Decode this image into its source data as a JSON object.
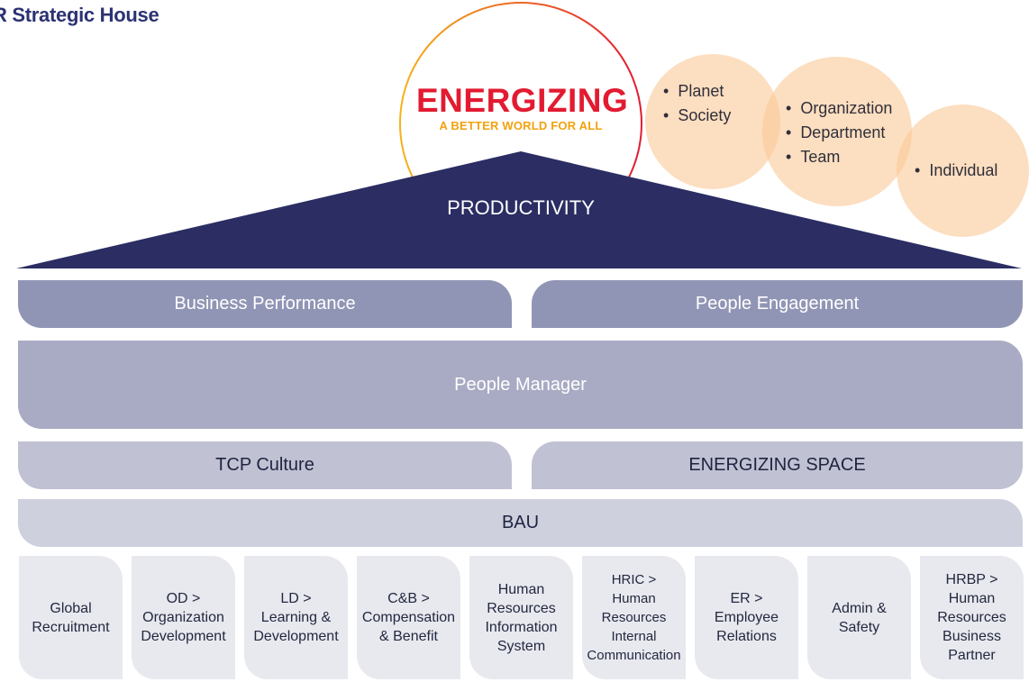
{
  "header": {
    "title": "R Strategic House"
  },
  "logo": {
    "word": "ENERGIZING",
    "tagline": "A BETTER WORLD FOR ALL",
    "colors": {
      "word": "#e21b31",
      "tagline": "#f2a20e",
      "ring_start": "#f6b21a",
      "ring_end": "#e21b31"
    }
  },
  "scope_circles": [
    {
      "items": [
        "Planet",
        "Society"
      ]
    },
    {
      "items": [
        "Organization",
        "Department",
        "Team"
      ]
    },
    {
      "items": [
        "Individual"
      ]
    }
  ],
  "roof": {
    "label": "PRODUCTIVITY",
    "color": "#2b2d63"
  },
  "tier1": {
    "left": "Business Performance",
    "right": "People Engagement"
  },
  "tier2": {
    "label": "People Manager"
  },
  "tier3": {
    "left": "TCP Culture",
    "right": "ENERGIZING SPACE"
  },
  "tier4": {
    "label": "BAU"
  },
  "pillars": [
    {
      "lines": [
        "Global",
        "Recruitment"
      ]
    },
    {
      "lines": [
        "OD >",
        "Organization",
        "Development"
      ]
    },
    {
      "lines": [
        "LD >",
        "Learning &",
        "Development"
      ]
    },
    {
      "lines": [
        "C&B >",
        "Compensation",
        "& Benefit"
      ]
    },
    {
      "lines": [
        "Human",
        "Resources",
        "Information",
        "System"
      ]
    },
    {
      "lines": [
        "HRIC >",
        "Human",
        "Resources",
        "Internal",
        "Communication"
      ]
    },
    {
      "lines": [
        "ER >",
        "Employee",
        "Relations"
      ]
    },
    {
      "lines": [
        "Admin &",
        "Safety"
      ]
    },
    {
      "lines": [
        "HRBP >",
        "Human",
        "Resources",
        "Business",
        "Partner"
      ]
    }
  ]
}
